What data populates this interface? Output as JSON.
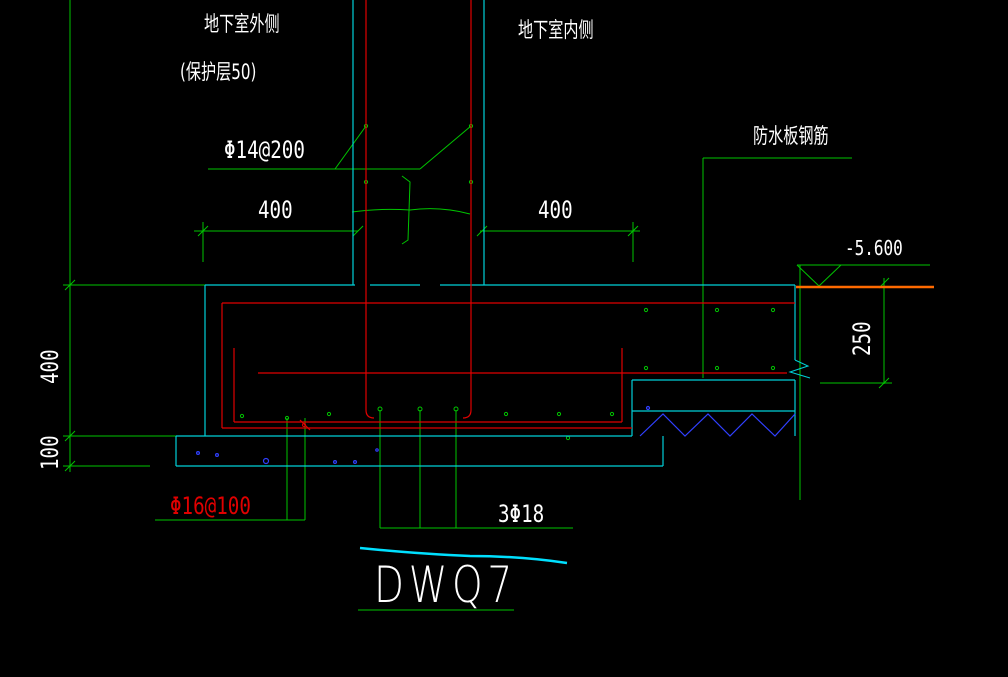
{
  "labels": {
    "outer_side": "地下室外侧",
    "cover": "(保护层50)",
    "inner_side": "地下室内侧",
    "rebar_wall": "Φ14@200",
    "dim_left": "400",
    "dim_right": "400",
    "waterproof_rebar": "防水板钢筋",
    "elevation": "-5.600",
    "dim_250": "250",
    "dim_400_vertical": "400",
    "dim_100_vertical": "100",
    "rebar_bottom": "Φ16@100",
    "rebar_main": "3Φ18",
    "title": "DWQ7"
  },
  "colors": {
    "green": "#00c400",
    "cyan": "#00d0d8",
    "red": "#e00000",
    "white": "#ffffff",
    "blue": "#3040ff",
    "orange": "#ff6a00",
    "titleline": "#00e0ff"
  }
}
